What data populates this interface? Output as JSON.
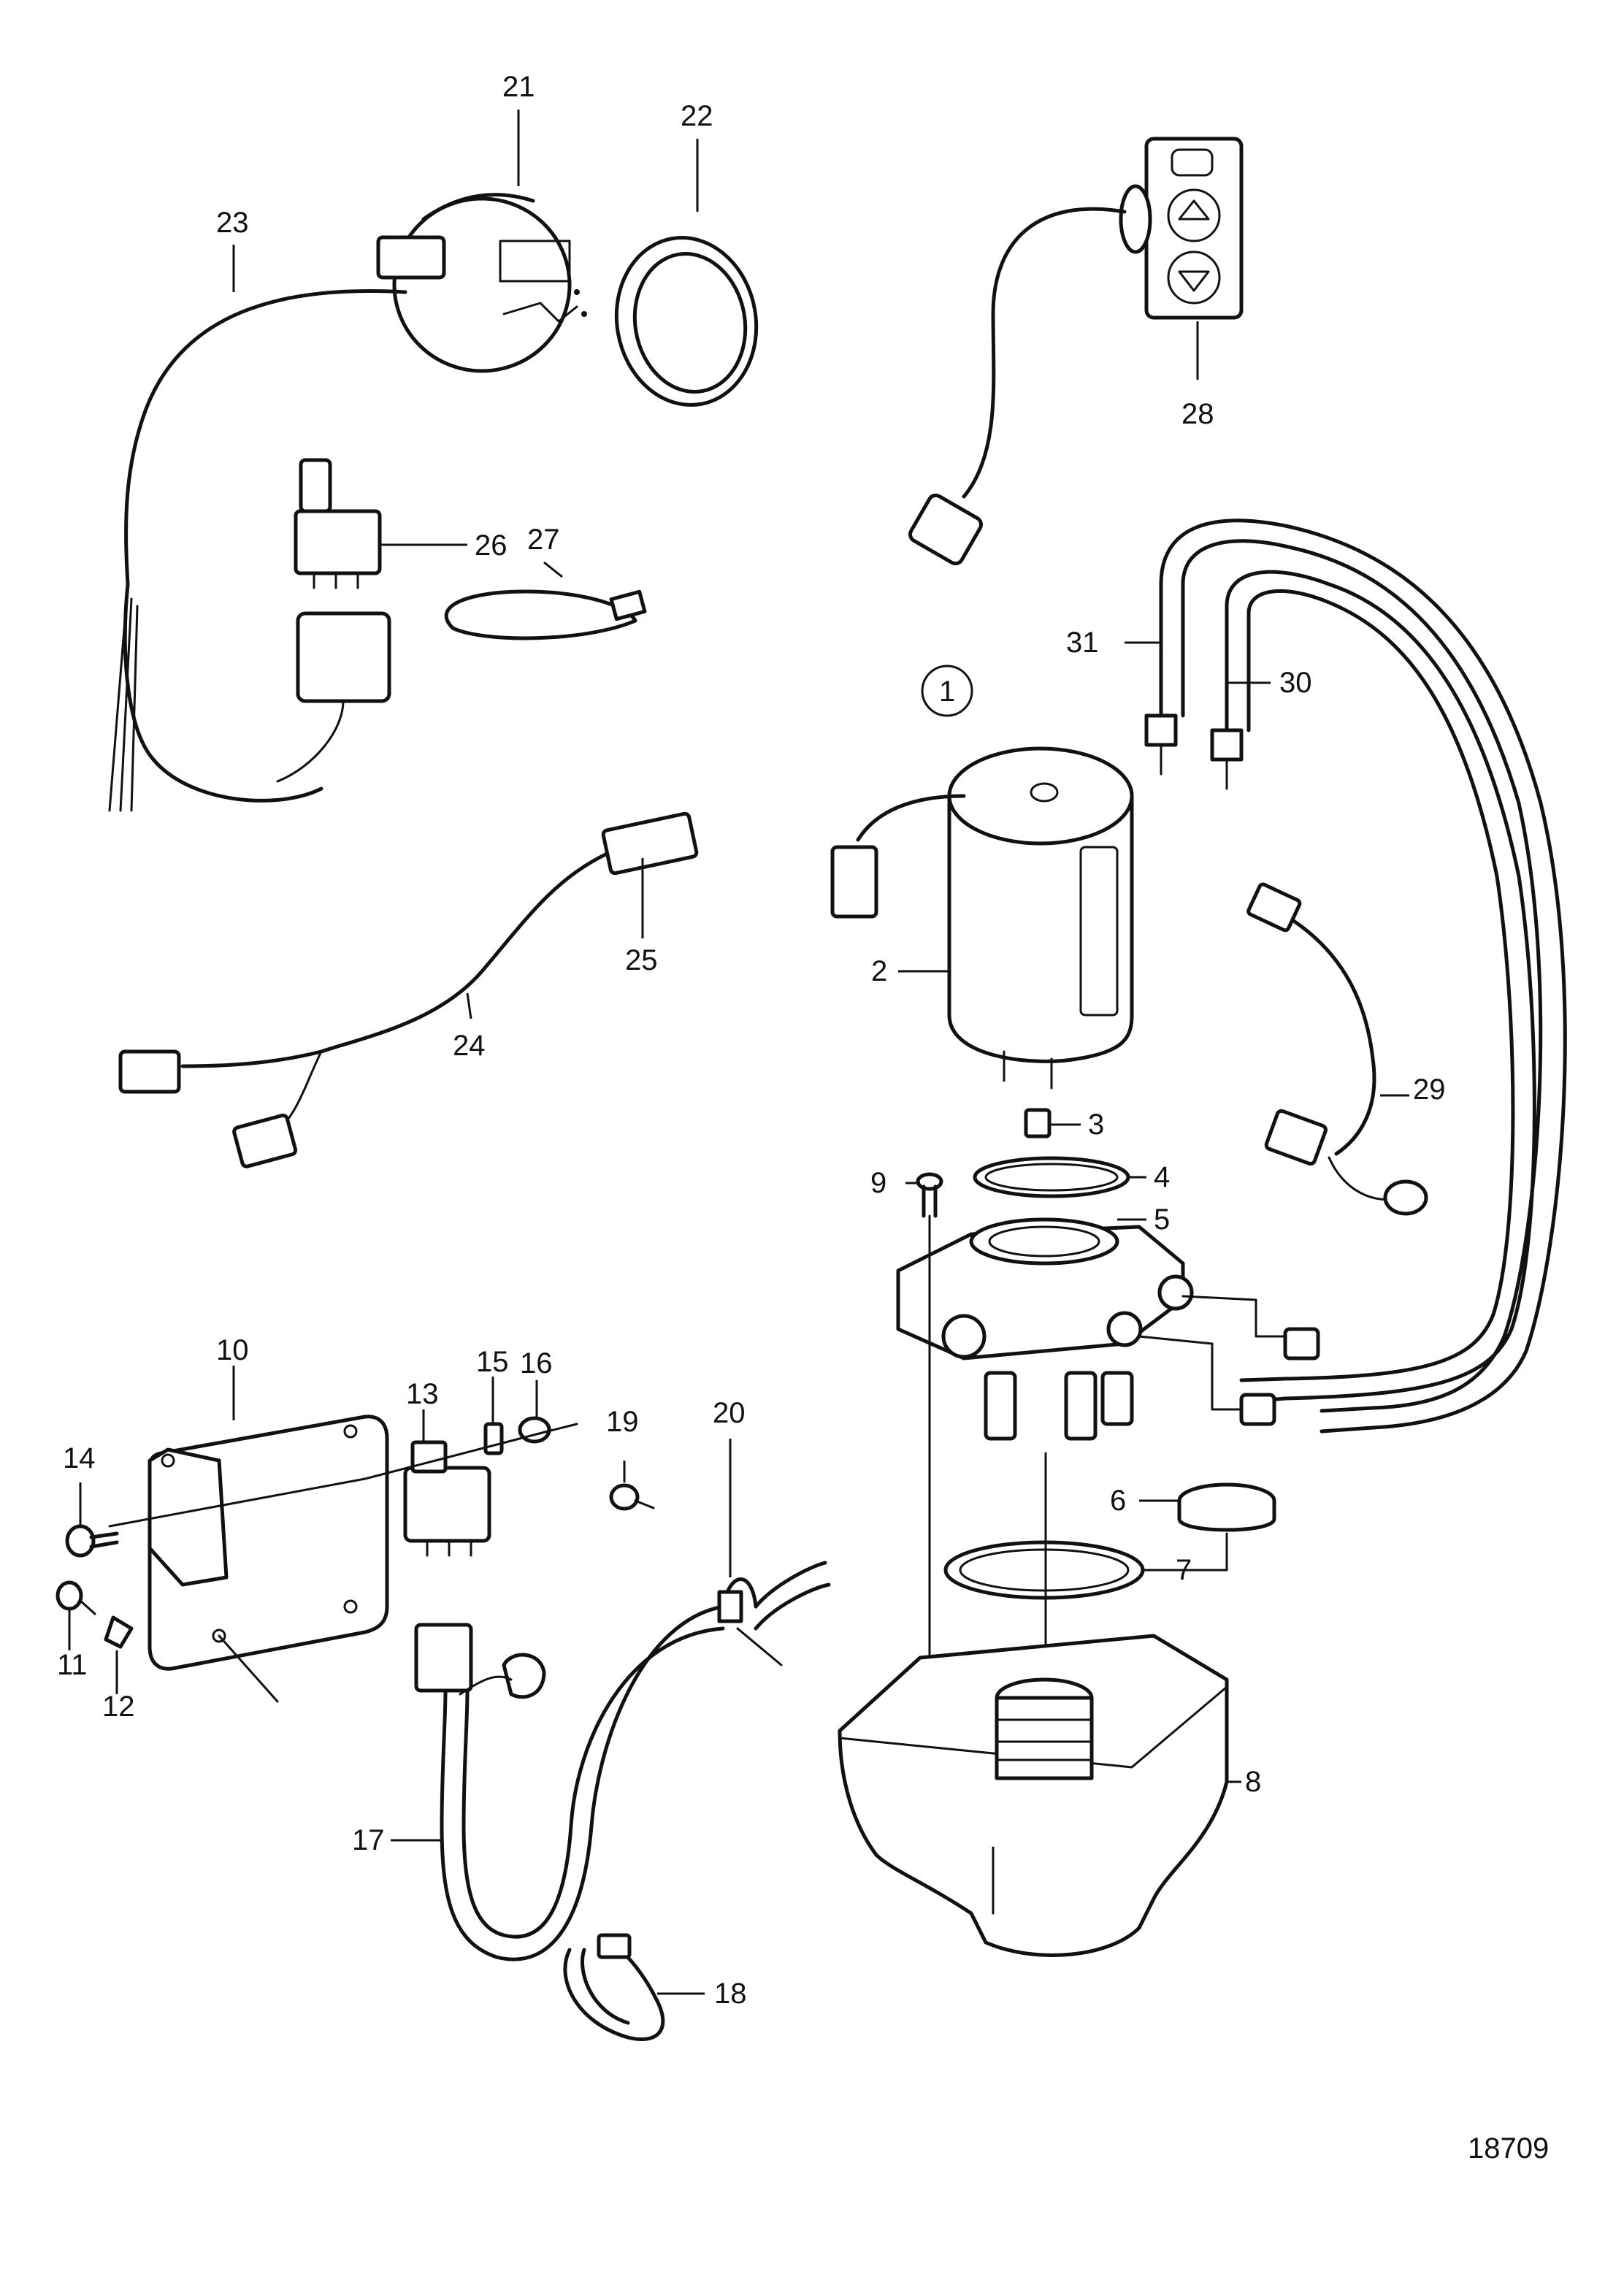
{
  "diagram": {
    "figure_number": "18709",
    "group_marker": "1",
    "callouts": {
      "c2": "2",
      "c3": "3",
      "c4": "4",
      "c5": "5",
      "c6": "6",
      "c7": "7",
      "c8": "8",
      "c9": "9",
      "c10": "10",
      "c11": "11",
      "c12": "12",
      "c13": "13",
      "c14": "14",
      "c15": "15",
      "c16": "16",
      "c17": "17",
      "c18": "18",
      "c19": "19",
      "c20": "20",
      "c21": "21",
      "c22": "22",
      "c23": "23",
      "c24": "24",
      "c25": "25",
      "c26": "26",
      "c27": "27",
      "c28": "28",
      "c29": "29",
      "c30": "30",
      "c31": "31"
    }
  }
}
